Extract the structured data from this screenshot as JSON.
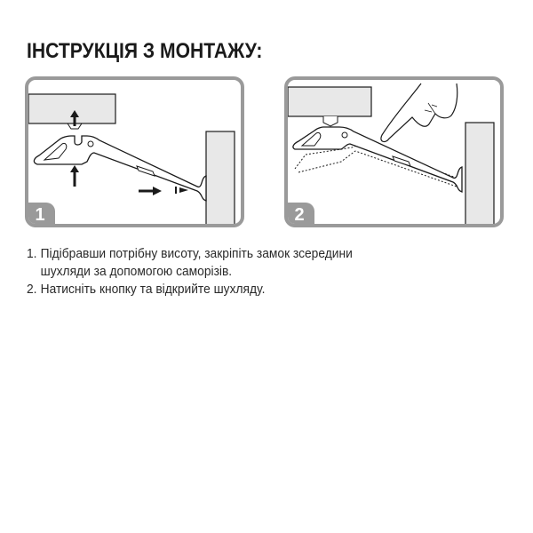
{
  "title": "ІНСТРУКЦІЯ З МОНТАЖУ:",
  "panels": [
    {
      "number": "1",
      "description": "Lock mounted under drawer with screws; arrows indicate upward insertion and screw direction"
    },
    {
      "number": "2",
      "description": "Finger pressing button releases latch; dotted outline shows released position"
    }
  ],
  "instructions": [
    {
      "num": "1.",
      "lines": [
        "Підібравши потрібну висоту, закріпіть замок зсередини",
        "шухляди за допомогою саморізів."
      ]
    },
    {
      "num": "2.",
      "lines": [
        "Натисніть кнопку та відкрийте шухляду."
      ]
    }
  ],
  "colors": {
    "frame": "#9a9a9a",
    "block_fill": "#e8e8e8",
    "line": "#1a1a1a"
  }
}
